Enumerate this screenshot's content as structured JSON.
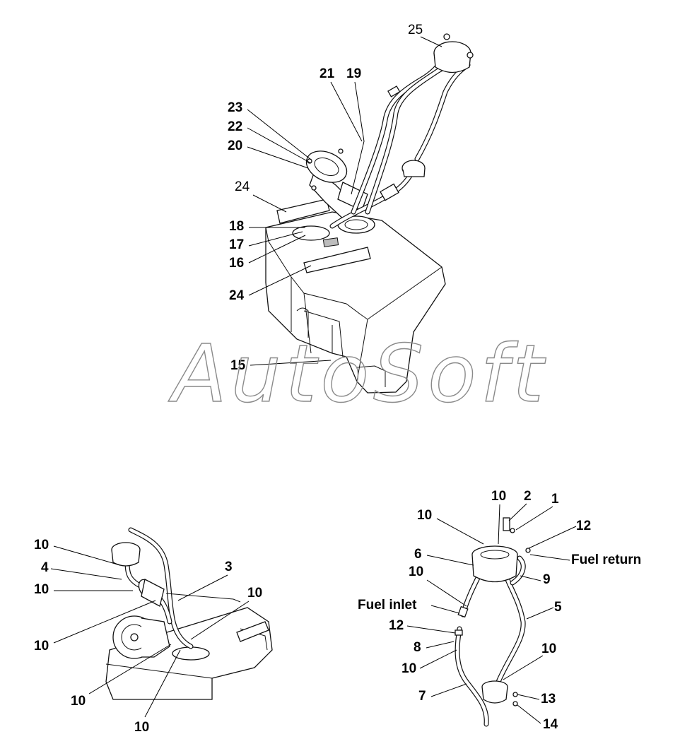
{
  "watermark": "AutoSoft",
  "top_assembly": {
    "callouts": [
      "25",
      "21",
      "19",
      "23",
      "22",
      "20",
      "24",
      "18",
      "17",
      "16",
      "24",
      "15"
    ]
  },
  "left_detail": {
    "callouts": [
      "10",
      "4",
      "10",
      "3",
      "10",
      "10",
      "10",
      "10"
    ]
  },
  "right_detail": {
    "callouts": [
      "10",
      "2",
      "1",
      "10",
      "12",
      "6",
      "10",
      "9",
      "5",
      "12",
      "8",
      "10",
      "10",
      "7",
      "13",
      "14"
    ],
    "text_labels": {
      "fuel_return": "Fuel return",
      "fuel_inlet": "Fuel inlet"
    }
  }
}
